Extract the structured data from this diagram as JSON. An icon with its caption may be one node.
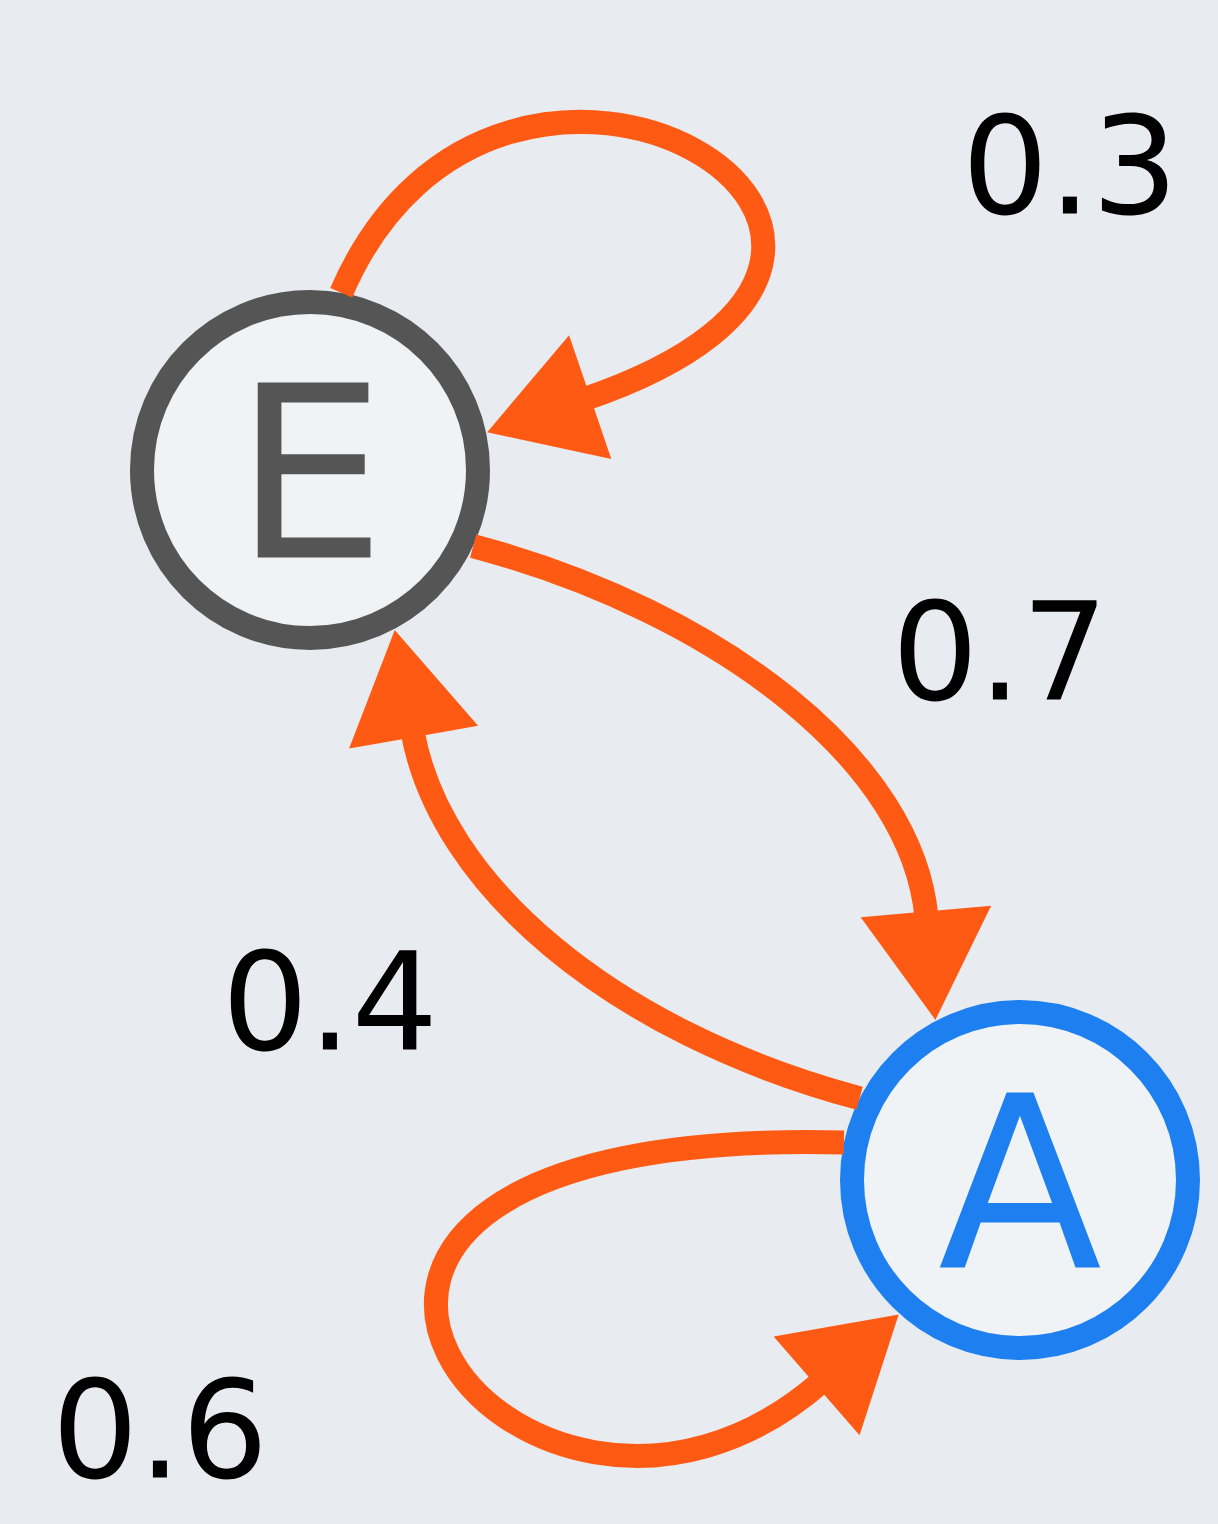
{
  "diagram": {
    "nodes": [
      {
        "text": [
          "E"
        ]
      },
      {
        "text": [
          "A"
        ]
      }
    ],
    "edges": [
      {
        "from": 0,
        "to": 0,
        "arrow": "to",
        "label": "0.3"
      },
      {
        "from": 0,
        "to": 1,
        "arrow": "to",
        "label": "0.7"
      },
      {
        "from": 1,
        "to": 0,
        "arrow": "to",
        "label": "0.4"
      },
      {
        "from": 1,
        "to": 1,
        "arrow": "to",
        "label": "0.6"
      }
    ]
  }
}
